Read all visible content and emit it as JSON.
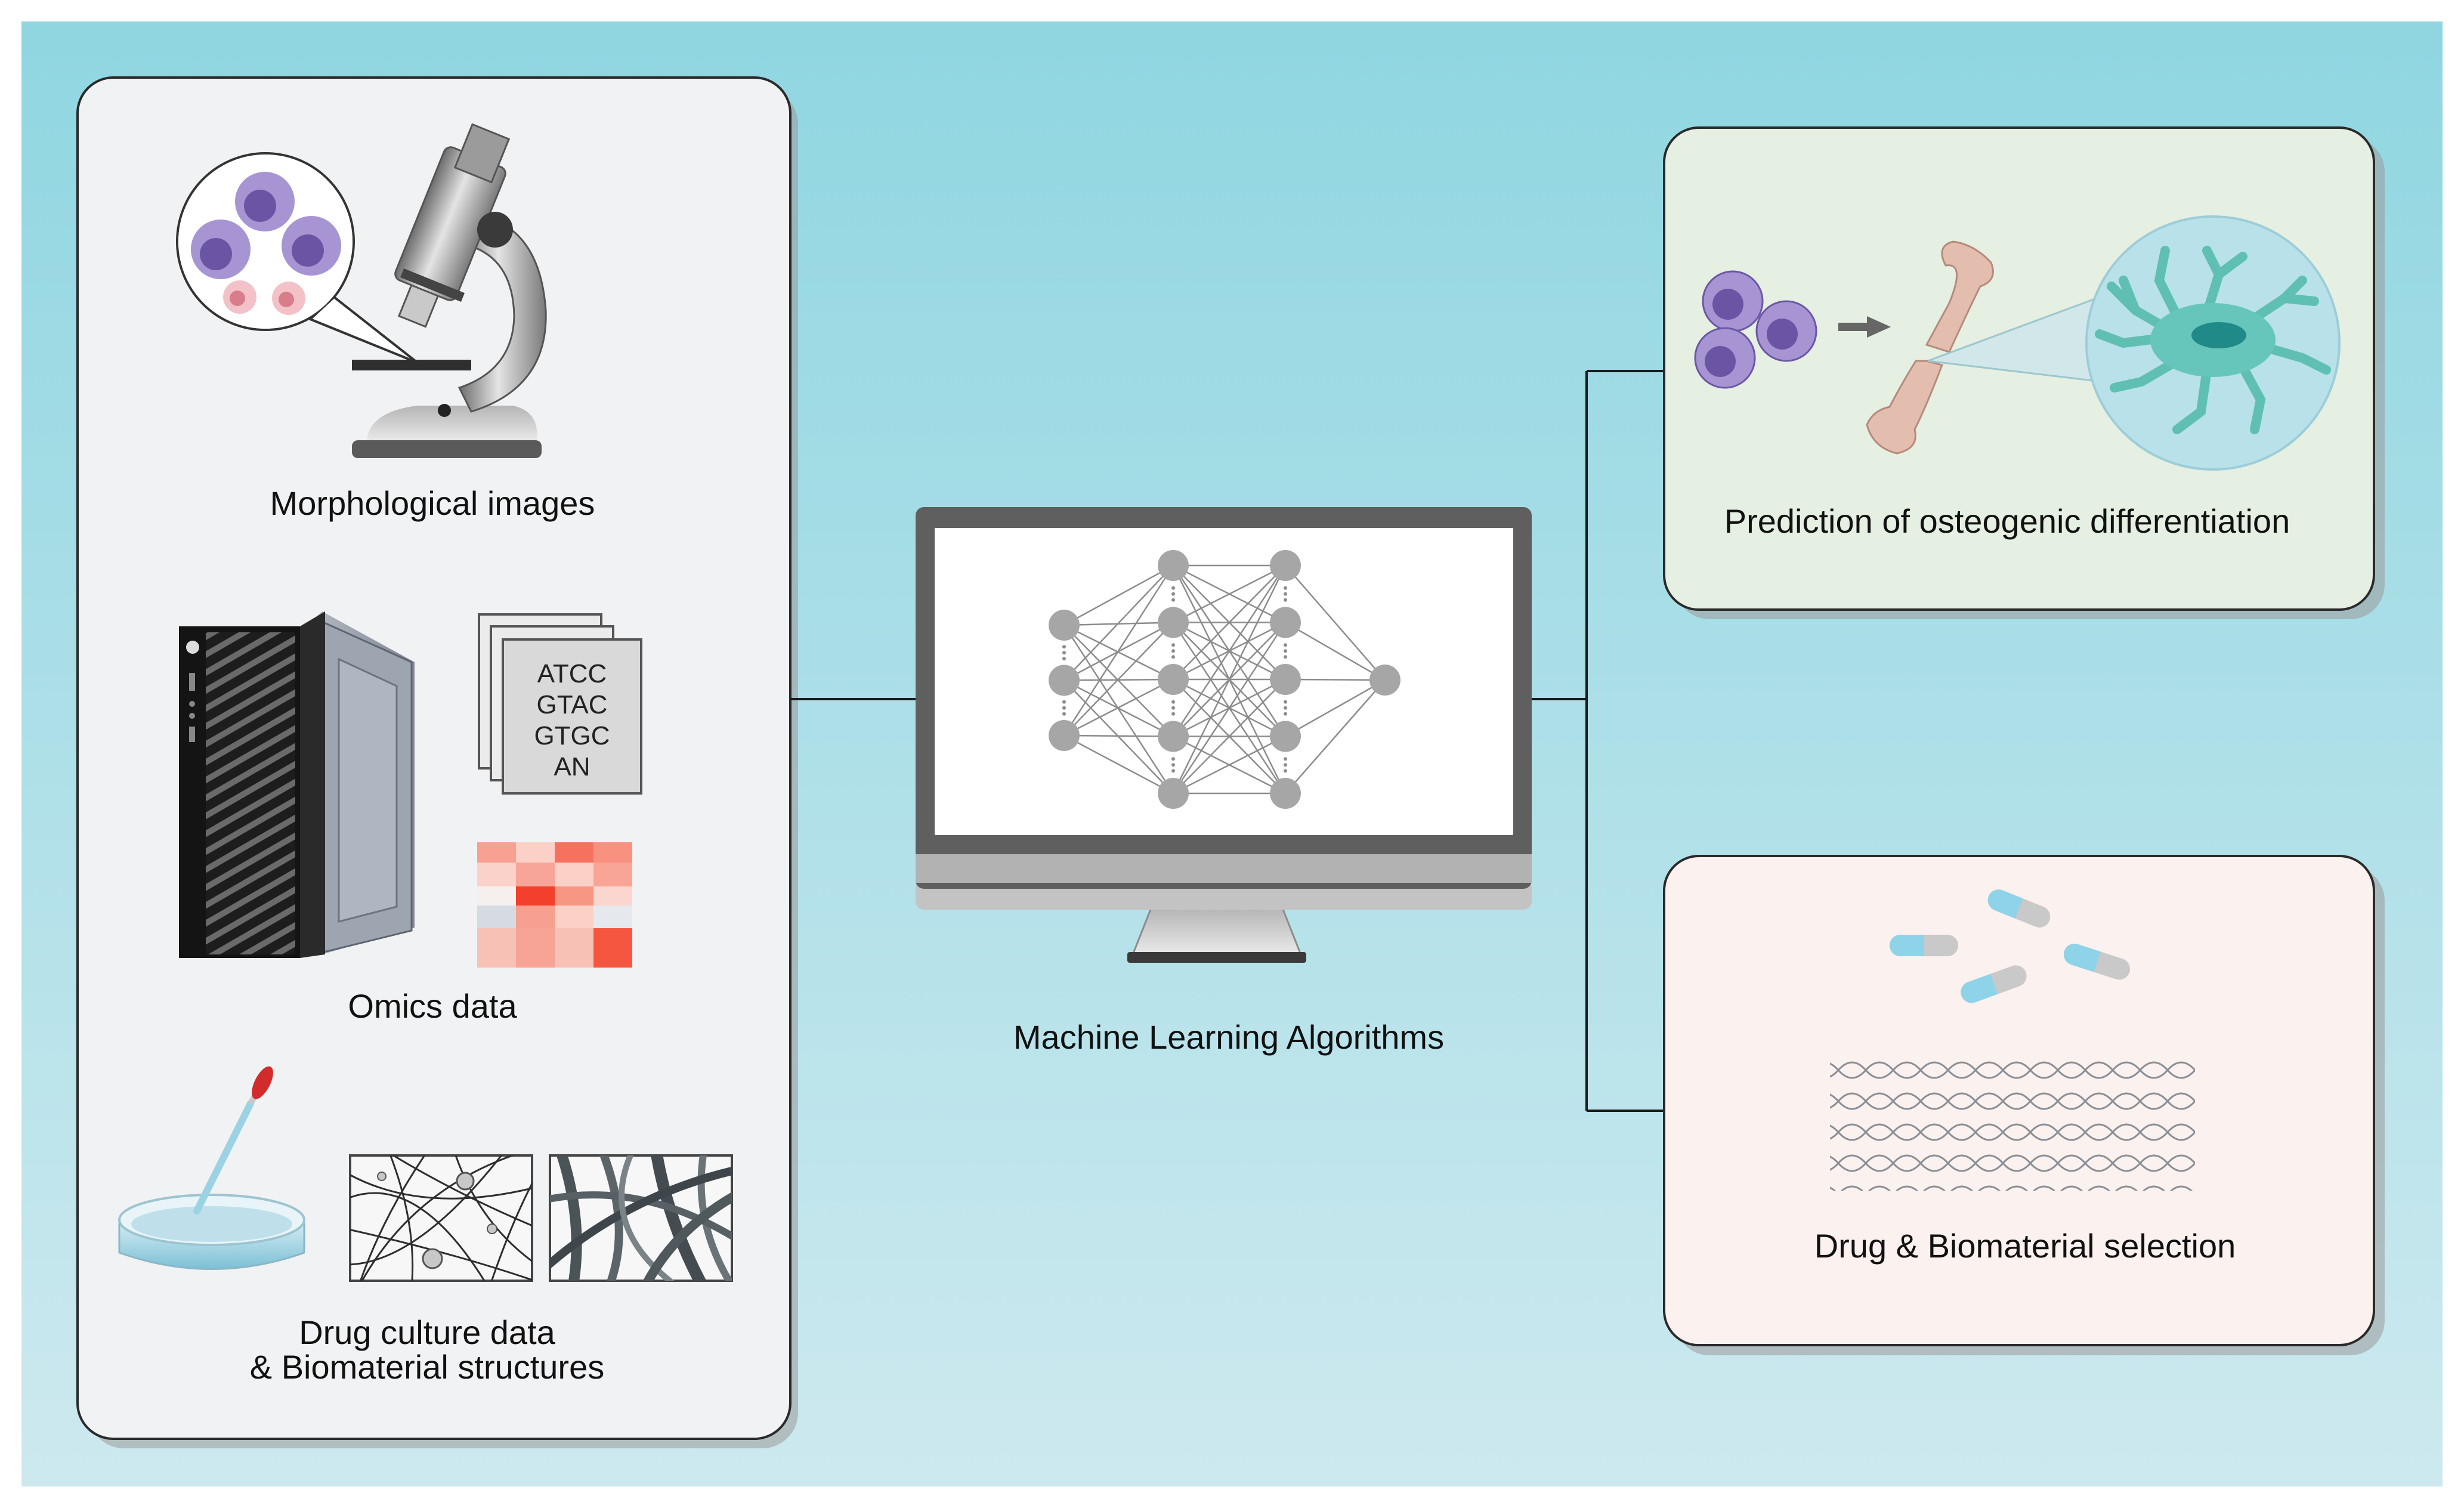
{
  "inputs": {
    "morphology_label": "Morphological images",
    "omics_label": "Omics data",
    "sequence_lines": [
      "ATCC",
      "GTAC",
      "GTGC",
      "AN"
    ],
    "culture_label_line1": "Drug culture data",
    "culture_label_line2": "& Biomaterial structures"
  },
  "center": {
    "label": "Machine Learning Algorithms",
    "network_layers": [
      3,
      5,
      5,
      1
    ]
  },
  "outputs": {
    "osteogenic_label": "Prediction of osteogenic differentiation",
    "selection_label": "Drug & Biomaterial selection"
  },
  "colors": {
    "background_top": "#8fd6e1",
    "background_bottom": "#cde9ef",
    "input_panel": "#f1f2f3",
    "osteogenic_panel": "#e5efe2",
    "selection_panel": "#fbf1ef",
    "node": "#a6a6a6",
    "cell_purple": "#8e78c0",
    "bone": "#e3bdae",
    "osteocyte": "#67c6bb",
    "pill_blue": "#8fd3e8"
  }
}
